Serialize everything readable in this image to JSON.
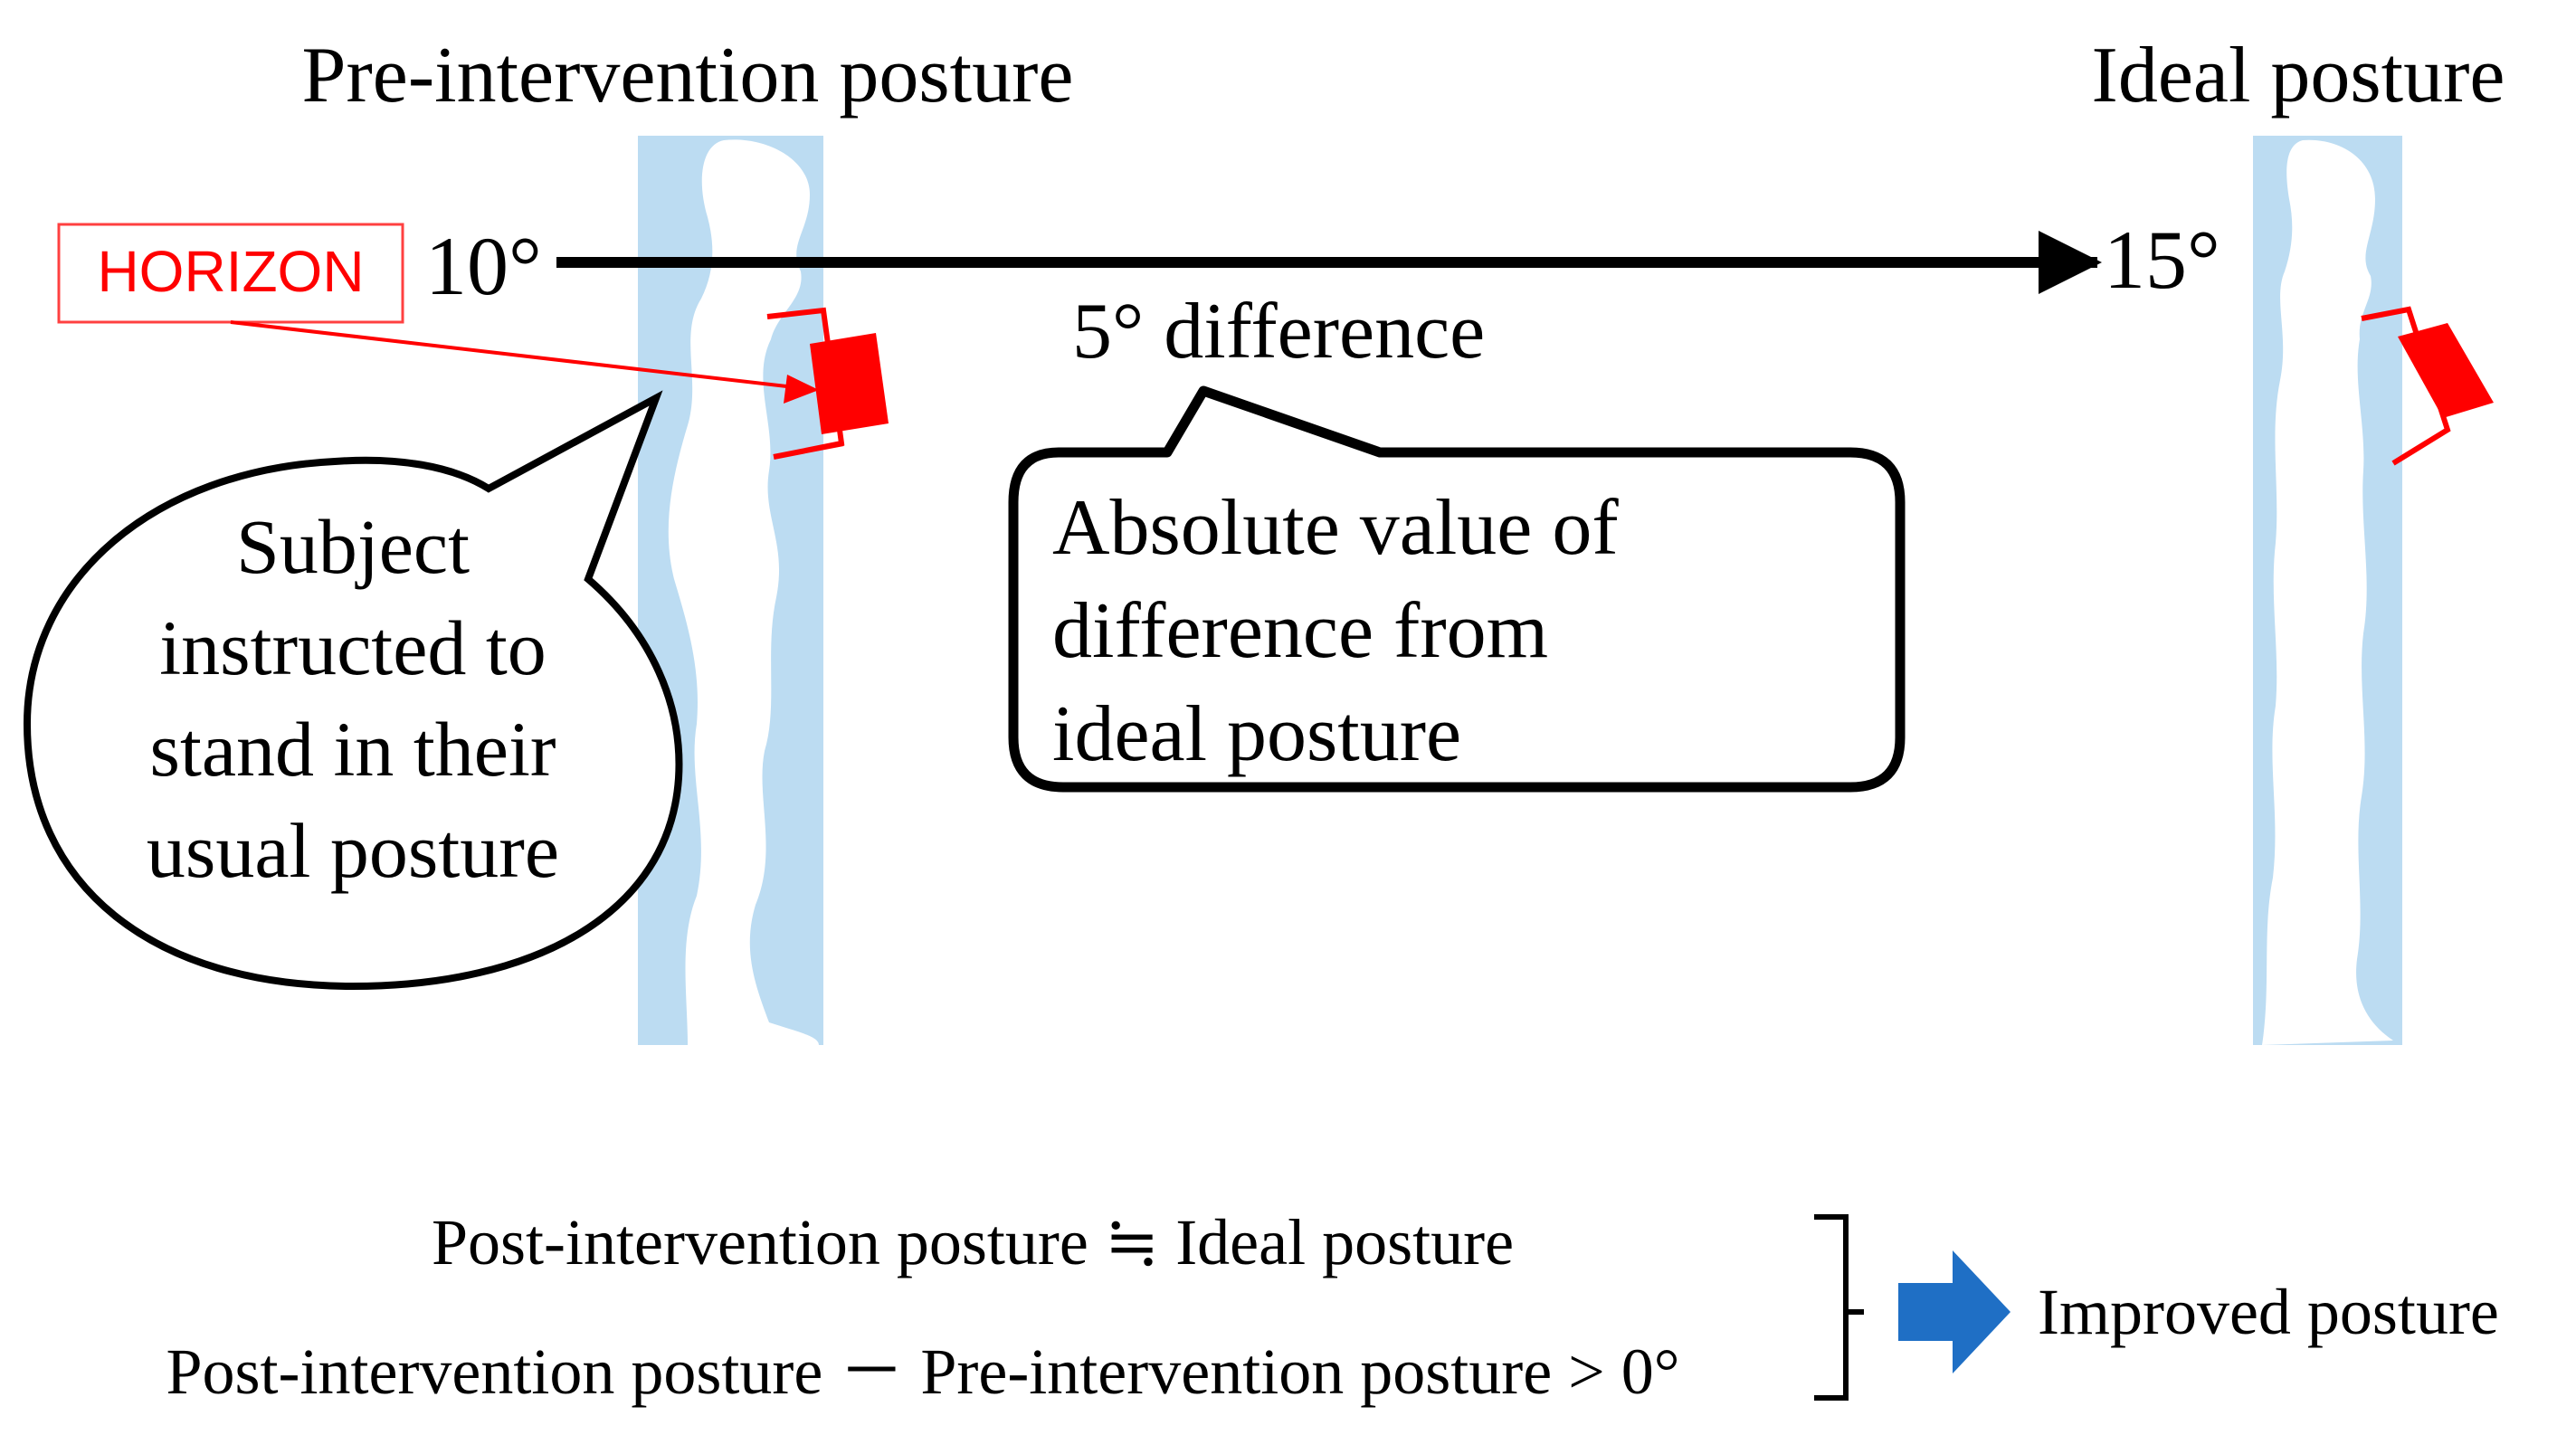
{
  "titles": {
    "pre": "Pre-intervention posture",
    "ideal": "Ideal posture"
  },
  "device_label": "HORIZON",
  "angles": {
    "pre": "10°",
    "ideal": "15°",
    "difference": "5° difference"
  },
  "callouts": {
    "subject": [
      "Subject",
      "instructed to",
      "stand in their",
      "usual posture"
    ],
    "absolute": [
      "Absolute value of",
      "difference from",
      "ideal posture"
    ]
  },
  "criteria": {
    "line1": "Post-intervention posture ≒ Ideal posture",
    "line2": "Post-intervention posture  －  Pre-intervention posture > 0°",
    "result": "Improved posture"
  },
  "colors": {
    "panel": "#bcdcf2",
    "device": "#ff0000",
    "arrow_result": "#1f6fc5",
    "line": "#000000"
  }
}
